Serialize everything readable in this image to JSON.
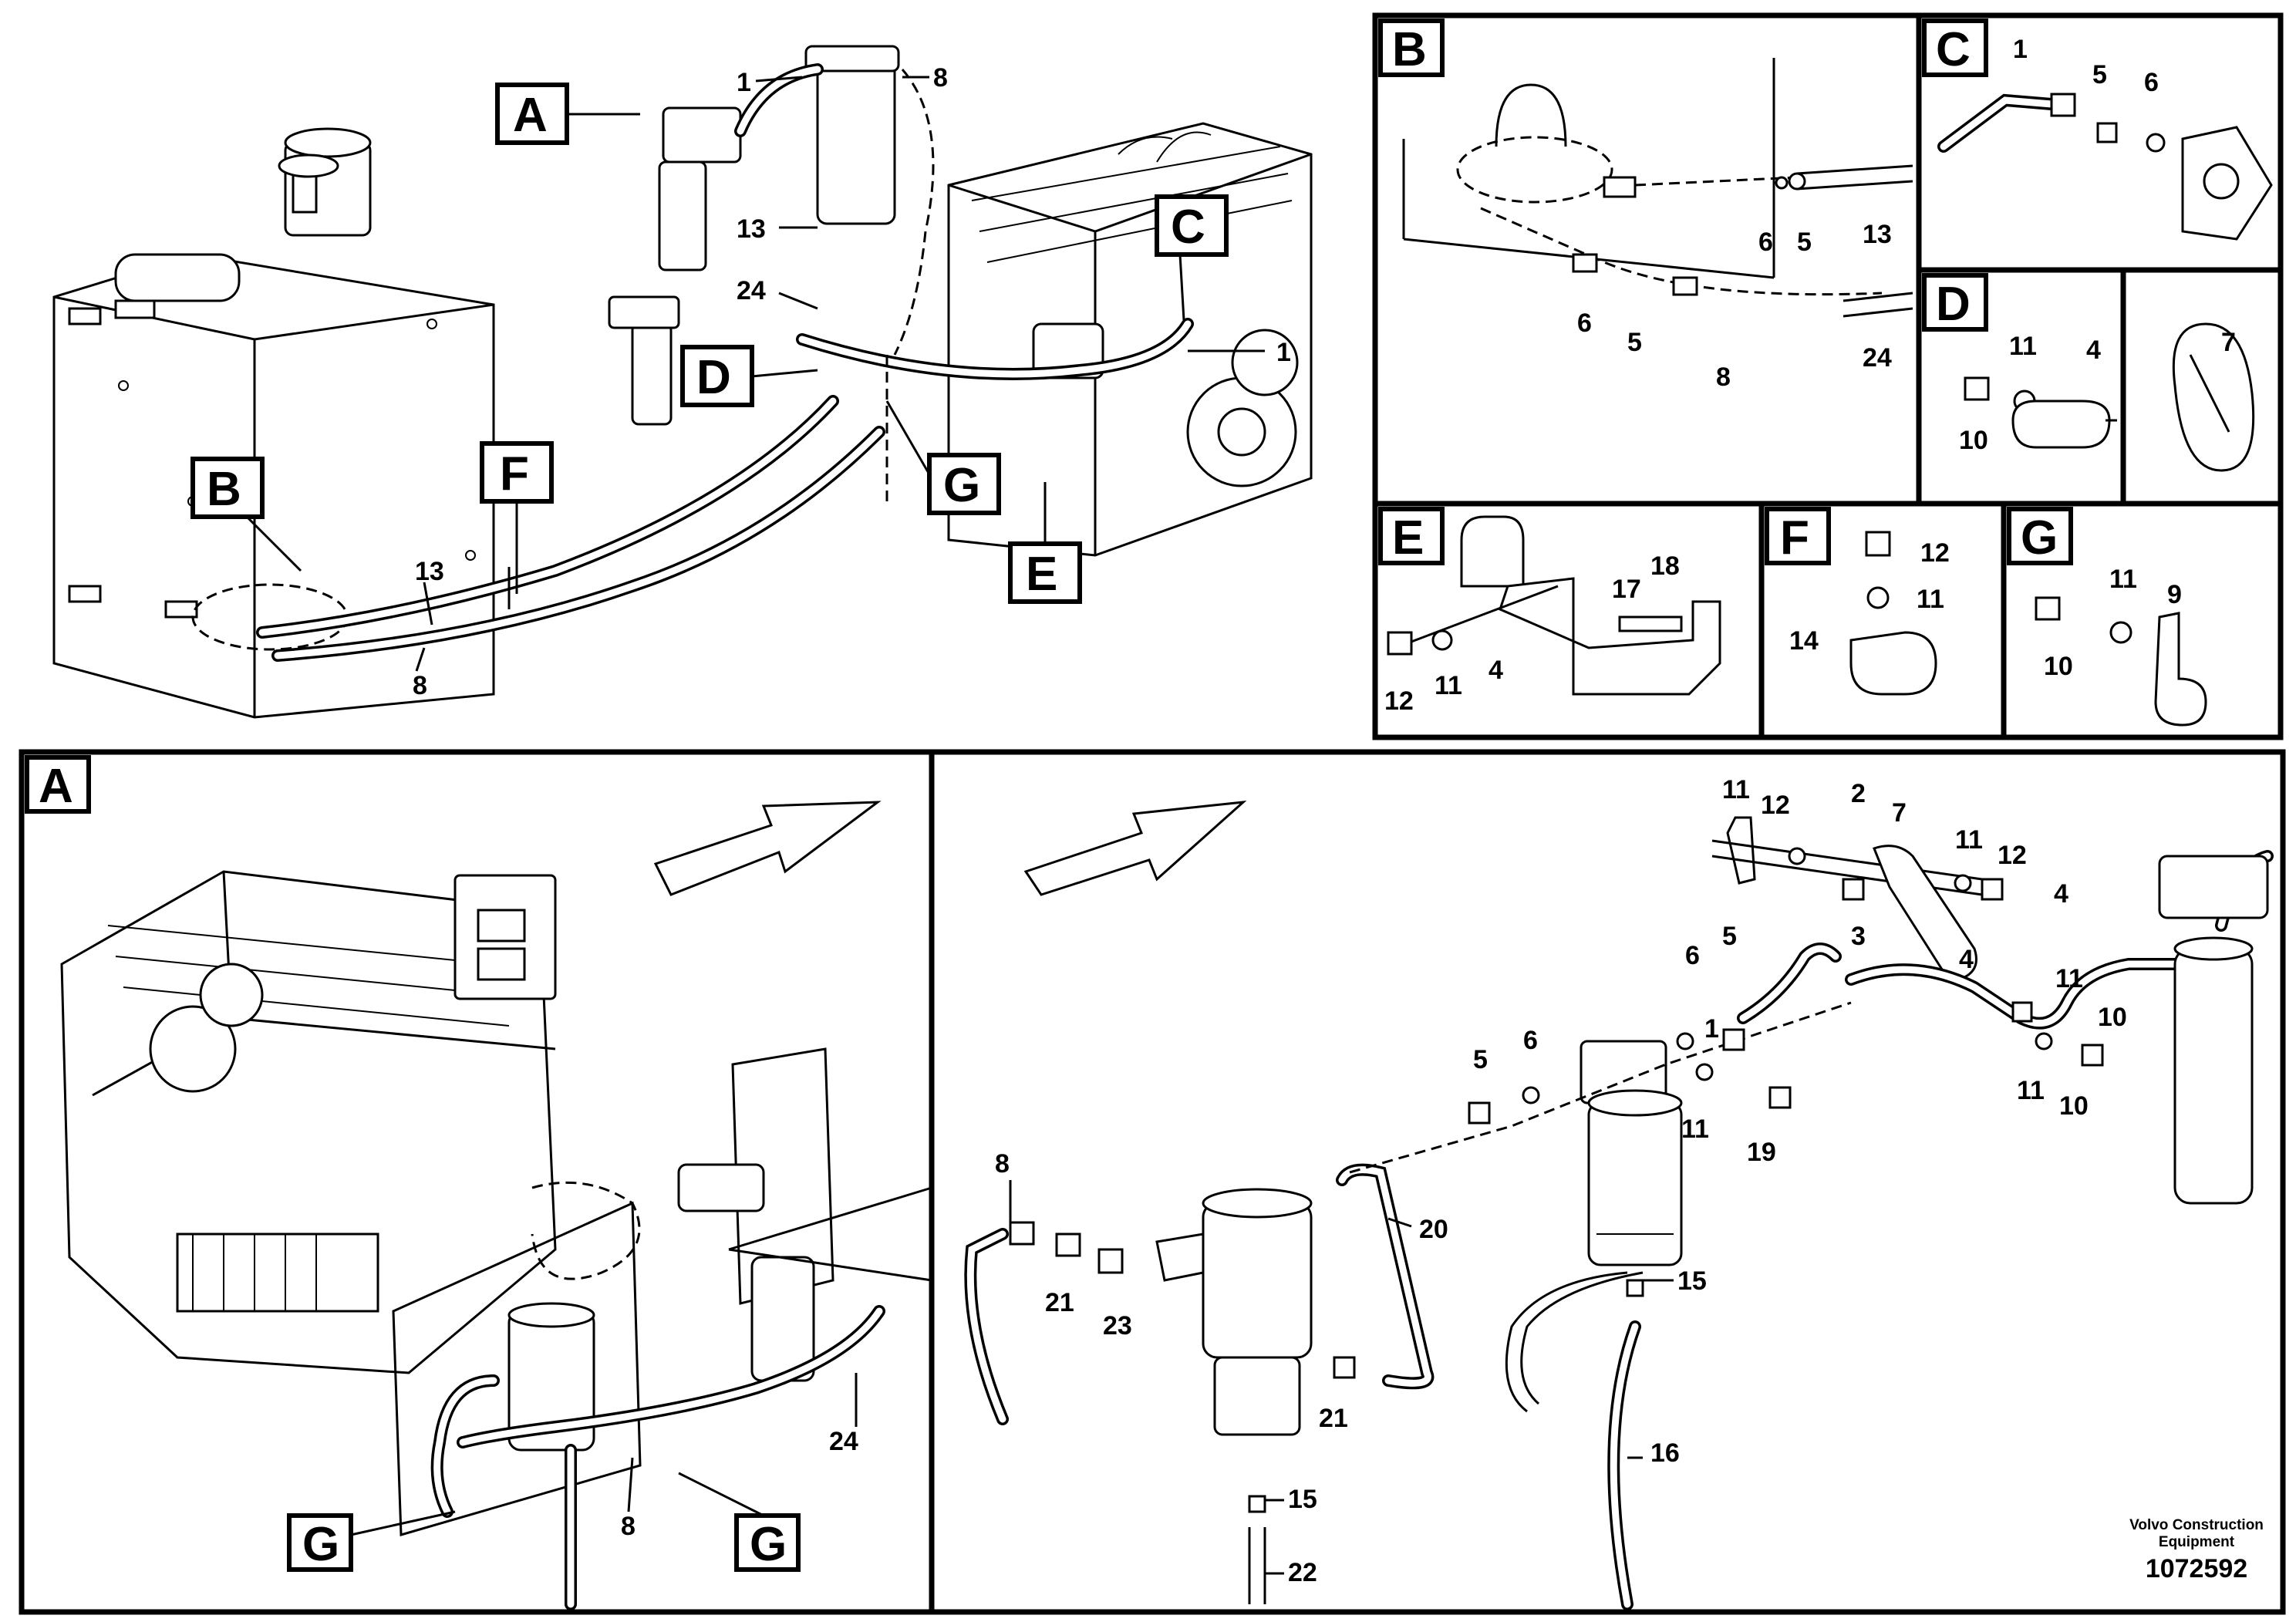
{
  "view_labels": {
    "main_a": "A",
    "main_b": "B",
    "main_c": "C",
    "main_d": "D",
    "main_e": "E",
    "main_f": "F",
    "main_g": "G",
    "panel_b": "B",
    "panel_c": "C",
    "panel_d": "D",
    "panel_e": "E",
    "panel_f": "F",
    "panel_g": "G",
    "panel_a": "A",
    "detail_g1": "G",
    "detail_g2": "G"
  },
  "callouts": {
    "overview": [
      "1",
      "8",
      "13",
      "24",
      "C",
      "1",
      "13",
      "8"
    ],
    "panel_b": [
      "6",
      "5",
      "13",
      "6",
      "5",
      "8",
      "24"
    ],
    "panel_c": [
      "1",
      "5",
      "6"
    ],
    "panel_d": [
      "11",
      "4",
      "10",
      "7"
    ],
    "panel_e": [
      "17",
      "18",
      "12",
      "11",
      "4"
    ],
    "panel_f": [
      "12",
      "11",
      "14"
    ],
    "panel_g": [
      "11",
      "9",
      "10"
    ],
    "detail_a": [
      "8",
      "24"
    ],
    "exploded": [
      "11",
      "12",
      "2",
      "7",
      "11",
      "12",
      "3",
      "4",
      "6",
      "5",
      "4",
      "11",
      "10",
      "1",
      "5",
      "6",
      "11",
      "19",
      "11",
      "10",
      "8",
      "20",
      "21",
      "23",
      "21",
      "15",
      "16",
      "15",
      "22"
    ]
  },
  "footer": {
    "company_line1": "Volvo Construction",
    "company_line2": "Equipment",
    "doc_number": "1072592"
  }
}
